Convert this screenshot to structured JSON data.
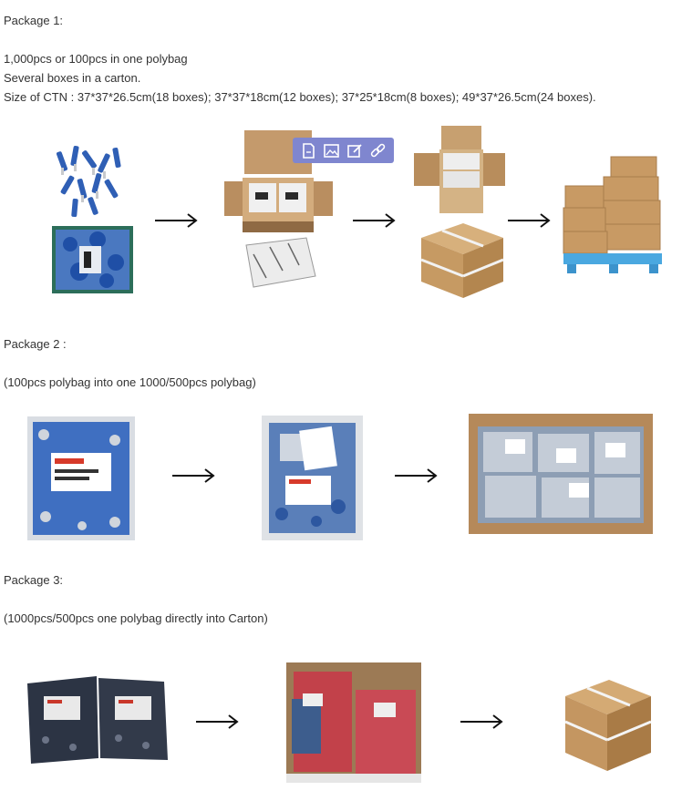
{
  "package1": {
    "title": "Package 1:",
    "line1": "1,000pcs or 100pcs in one polybag",
    "line2": "Several boxes in a carton.",
    "line3": "Size of CTN : 37*37*26.5cm(18 boxes); 37*37*18cm(12 boxes); 37*25*18cm(8 boxes); 49*37*26.5cm(24 boxes)."
  },
  "package2": {
    "title": "Package 2 :",
    "desc": "(100pcs polybag into one 1000/500pcs polybag)"
  },
  "package3": {
    "title": "Package 3:",
    "desc": "(1000pcs/500pcs one polybag directly into Carton)"
  },
  "image_toolbar": {
    "icons": [
      "file-icon",
      "image-icon",
      "edit-icon",
      "link-icon"
    ]
  },
  "colors": {
    "toolbar_bg": "#7f86cf",
    "text": "#333333"
  }
}
